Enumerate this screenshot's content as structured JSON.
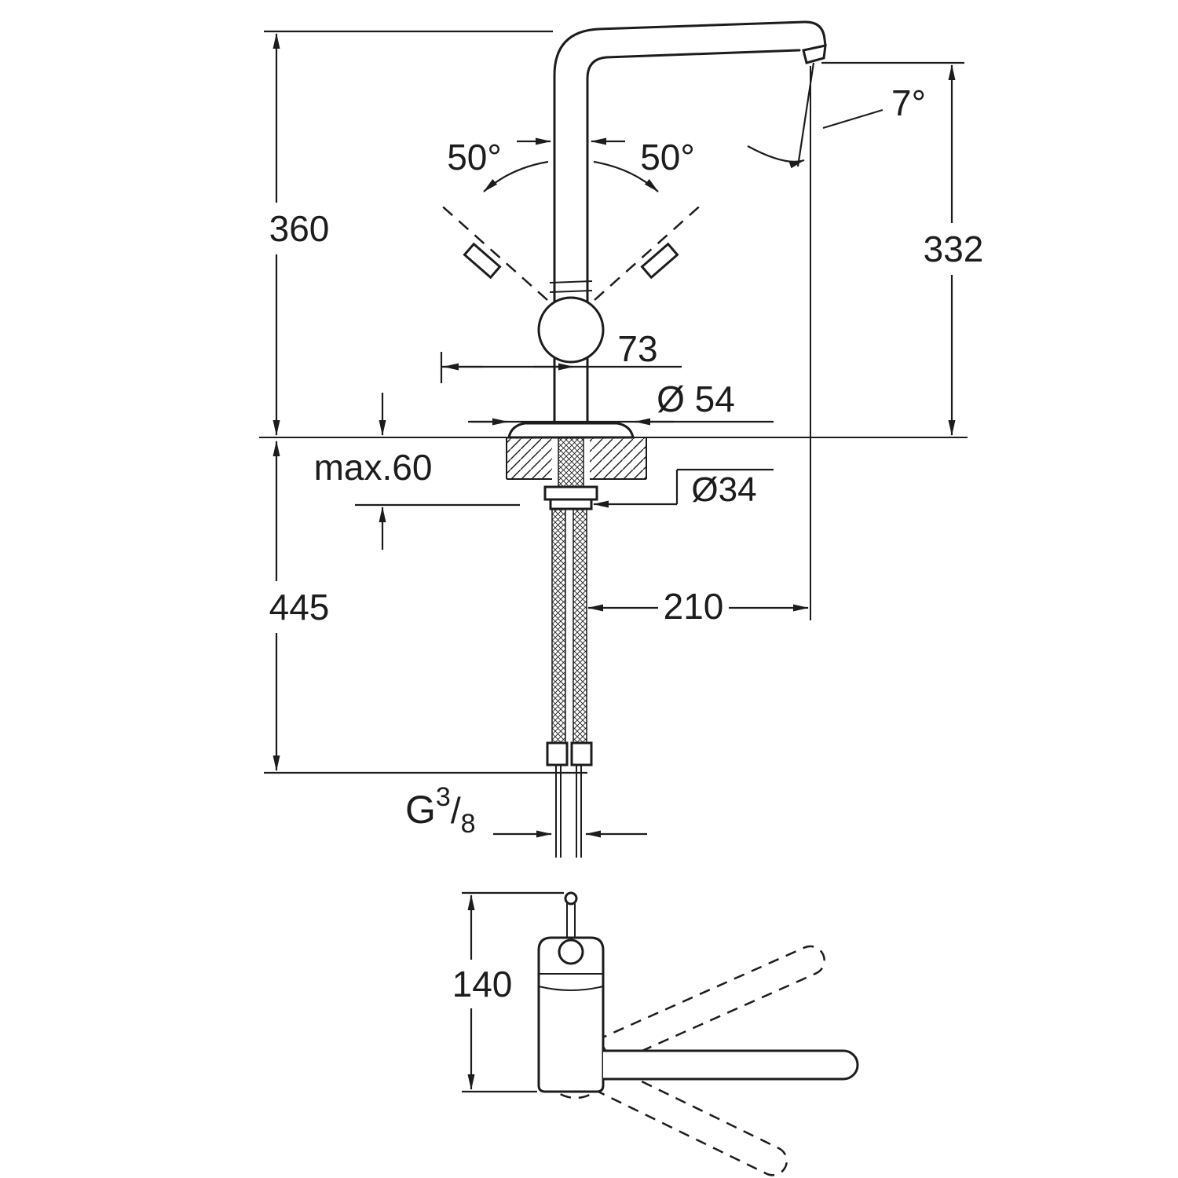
{
  "title": "Faucet installation dimension drawing",
  "colors": {
    "line": "#1c1c1c",
    "background": "#ffffff"
  },
  "labels": {
    "height_above_deck": "360",
    "spout_outlet_height": "332",
    "spout_tip_angle": "7°",
    "swivel_left": "50°",
    "swivel_right": "50°",
    "handle_offset": "73",
    "base_diameter": "Ø 54",
    "hole_diameter": "Ø34",
    "max_deck_thickness": "max.60",
    "height_below_deck": "445",
    "spout_reach": "210",
    "top_view_height": "140",
    "thread": {
      "prefix": "G",
      "numerator": "3",
      "slash": "/",
      "denominator": "8"
    }
  }
}
